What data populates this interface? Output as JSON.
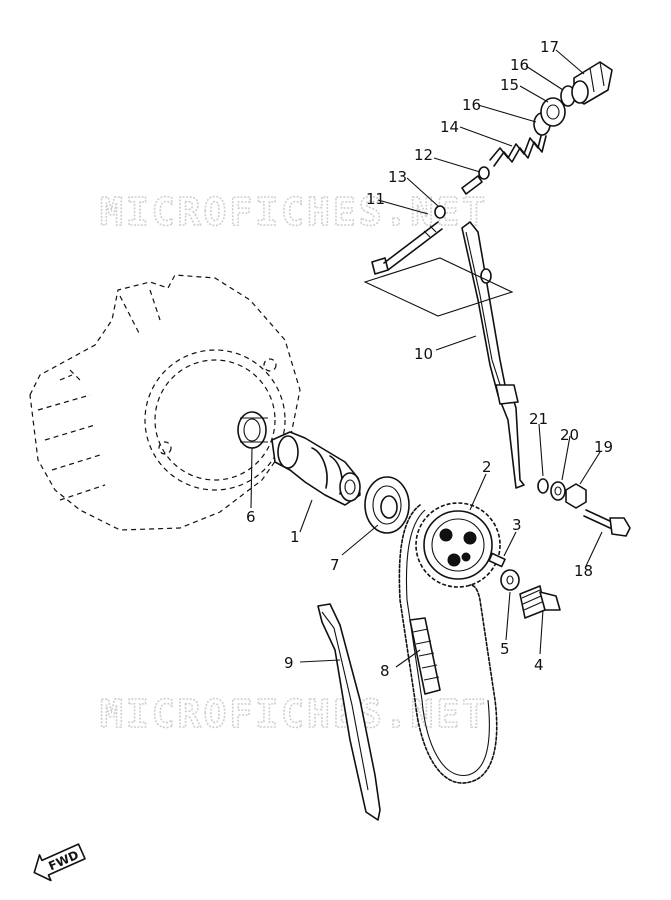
{
  "watermark": {
    "text": "MICROFICHES.NET"
  },
  "direction_badge": {
    "text": "FWD"
  },
  "callouts": [
    {
      "num": "1"
    },
    {
      "num": "2"
    },
    {
      "num": "3"
    },
    {
      "num": "4"
    },
    {
      "num": "5"
    },
    {
      "num": "6"
    },
    {
      "num": "7"
    },
    {
      "num": "8"
    },
    {
      "num": "9"
    },
    {
      "num": "10"
    },
    {
      "num": "11"
    },
    {
      "num": "12"
    },
    {
      "num": "13"
    },
    {
      "num": "14"
    },
    {
      "num": "15"
    },
    {
      "num": "16"
    },
    {
      "num": "16"
    },
    {
      "num": "17"
    },
    {
      "num": "18"
    },
    {
      "num": "19"
    },
    {
      "num": "20"
    },
    {
      "num": "21"
    }
  ]
}
